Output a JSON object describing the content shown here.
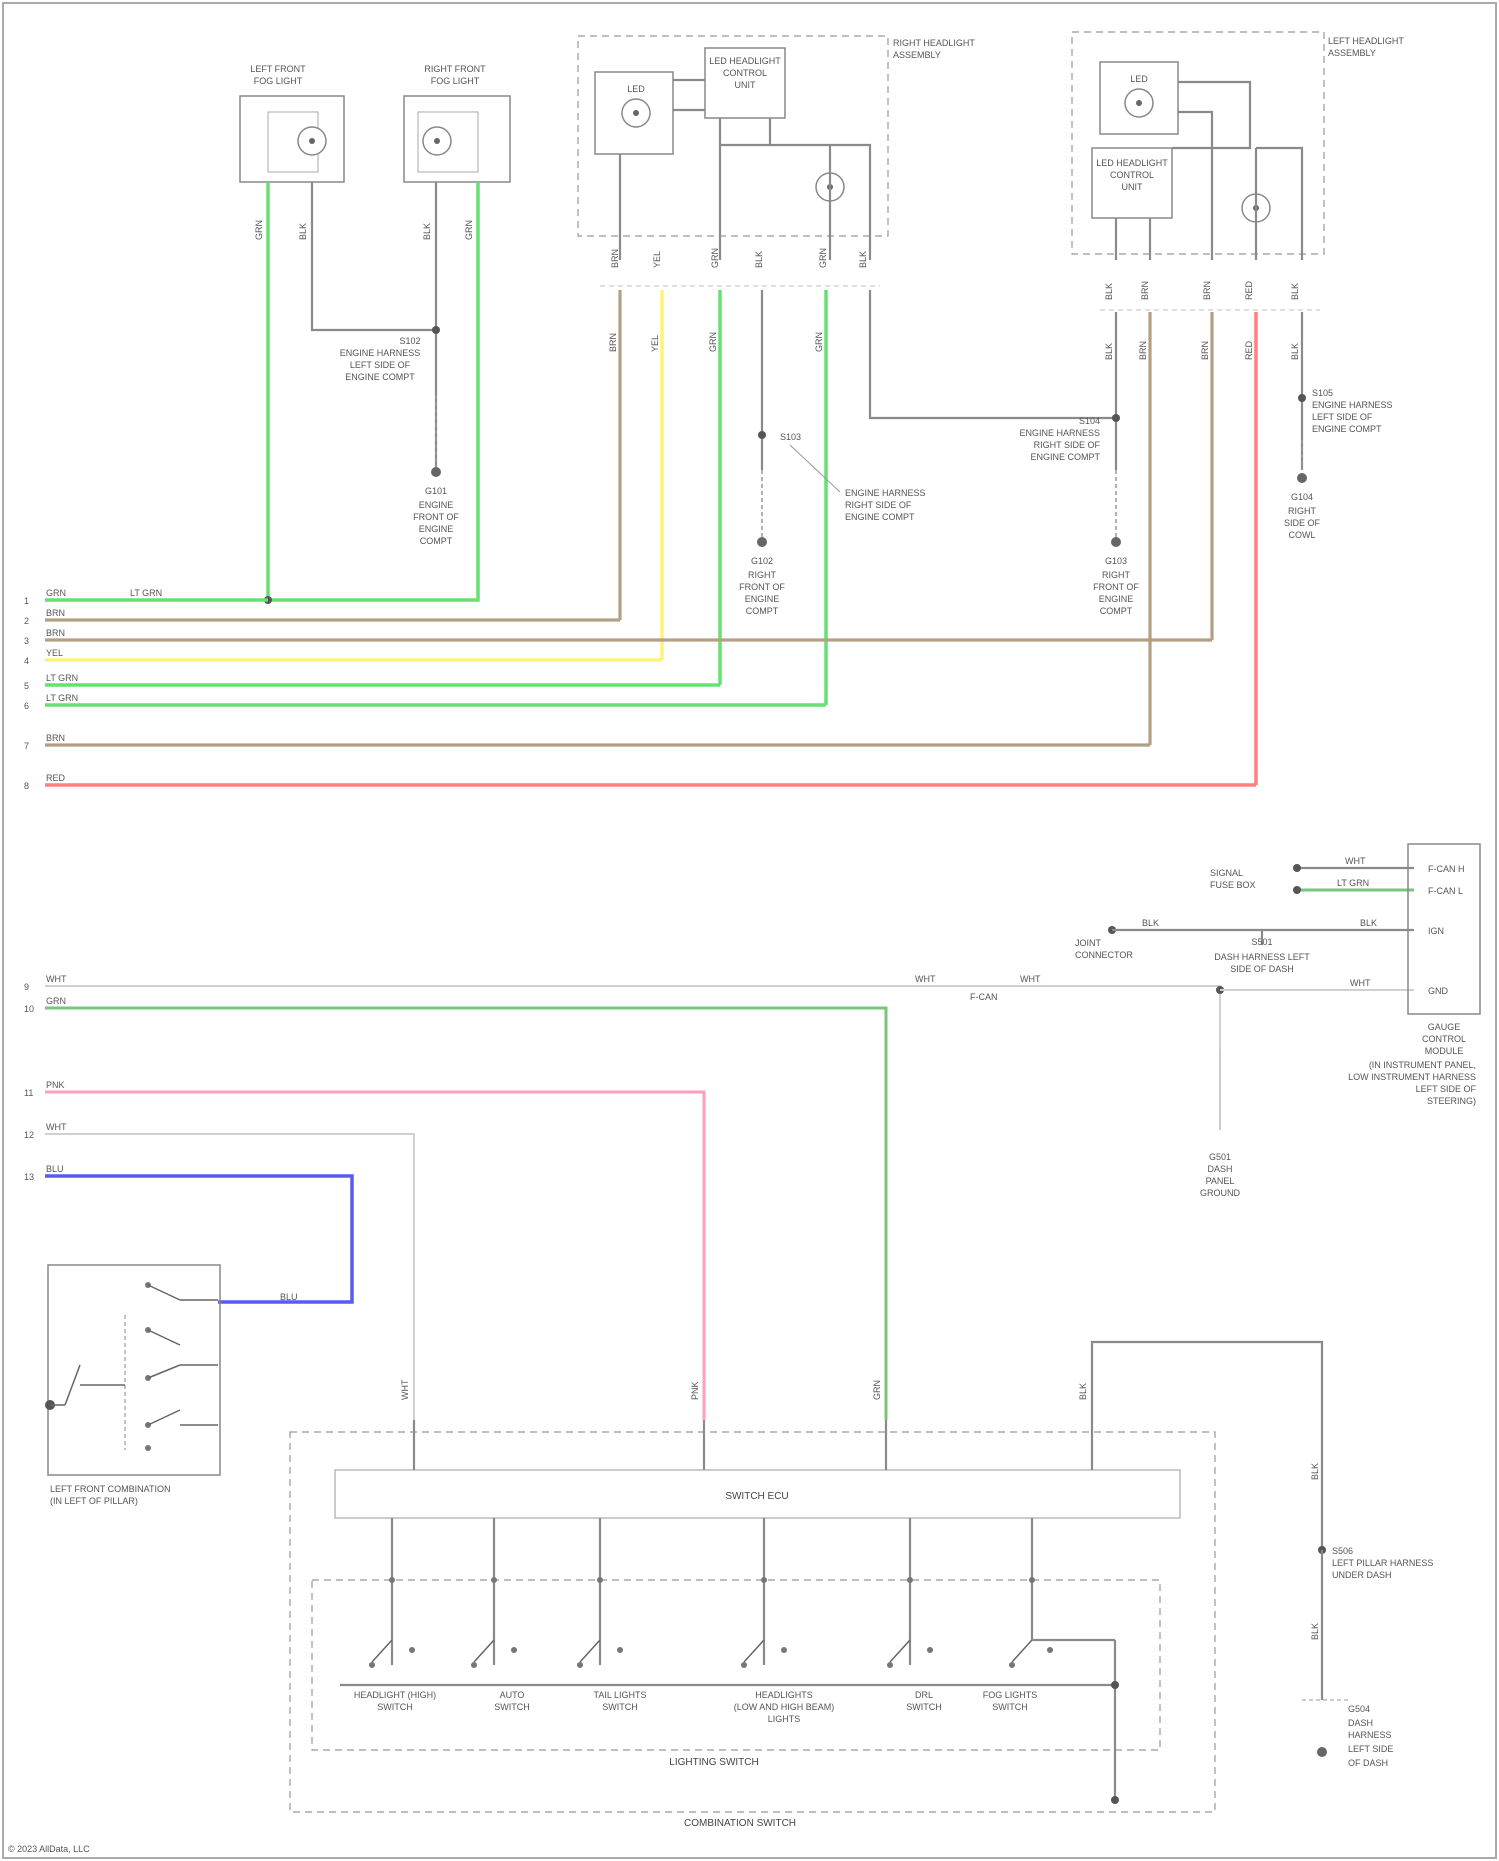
{
  "left_front_fog": [
    "LEFT FRONT",
    "FOG LIGHT"
  ],
  "right_front_fog": [
    "RIGHT FRONT",
    "FOG LIGHT"
  ],
  "right_headlight_assy": [
    "RIGHT HEADLIGHT",
    "ASSEMBLY"
  ],
  "left_headlight_assy": [
    "LEFT HEADLIGHT",
    "ASSEMBLY"
  ],
  "led_control_right": [
    "LED HEADLIGHT",
    "CONTROL",
    "UNIT"
  ],
  "led_control_left": [
    "LED HEADLIGHT",
    "CONTROL",
    "UNIT"
  ],
  "led_lamp_label": "LED",
  "ground_g1_id": "G101",
  "ground_g1_text": [
    "ENGINE",
    "FRONT OF",
    "ENGINE",
    "COMPT"
  ],
  "splice_s1_text": [
    "S102",
    "ENGINE HARNESS",
    "LEFT SIDE OF",
    "ENGINE COMPT"
  ],
  "splice_s2_text": [
    "S103",
    "ENGINE HARNESS",
    "RIGHT SIDE OF",
    "ENGINE COMPT"
  ],
  "splice_s3_text": [
    "S104",
    "ENGINE HARNESS",
    "RIGHT SIDE OF",
    "ENGINE COMPT"
  ],
  "splice_s4_text": [
    "S105",
    "ENGINE HARNESS",
    "LEFT SIDE OF",
    "ENGINE COMPT"
  ],
  "ground_g2_text": [
    "G102",
    "RIGHT",
    "FRONT OF",
    "ENGINE",
    "COMPT"
  ],
  "ground_g3_text": [
    "G103",
    "RIGHT",
    "FRONT OF",
    "ENGINE",
    "COMPT"
  ],
  "ground_g4_text": [
    "G104",
    "RIGHT",
    "SIDE OF",
    "COWL"
  ],
  "connector_pins": [
    "1",
    "2",
    "3",
    "4",
    "5",
    "6",
    "7",
    "8",
    "9",
    "10",
    "11",
    "12",
    "13"
  ],
  "wire_codes_left": [
    "GRN",
    "BRN",
    "BRN",
    "YEL",
    "LT GRN",
    "LT GRN",
    "BRN",
    "RED",
    "WHT",
    "GRN",
    "PNK",
    "WHT",
    "BLU"
  ],
  "engine_fuse_note": "LT GRN",
  "junction_fuse_text": [
    "F-CAN",
    "SIGNAL",
    "FUSE BOX"
  ],
  "gauge_control": [
    "GAUGE",
    "CONTROL",
    "MODULE"
  ],
  "gauge_pins": [
    "F-CAN H",
    "F-CAN L",
    "IGN",
    "GND"
  ],
  "gauge_module_note": [
    "(IN INSTRUMENT PANEL,",
    "LOW INSTRUMENT HARNESS",
    "LEFT SIDE OF",
    "STEERING)"
  ],
  "joint_text": [
    "JOINT",
    "CONNECTOR"
  ],
  "ground_g5_text": [
    "G501",
    "DASH",
    "PANEL",
    "GROUND"
  ],
  "splice_s5_text": [
    "S501",
    "DASH HARNESS LEFT",
    "SIDE OF DASH"
  ],
  "left_fog_switch": [
    "LEFT FRONT COMBINATION",
    "(IN LEFT OF PILLAR)"
  ],
  "combination_switch_label": "COMBINATION SWITCH",
  "lighting_switch_label": "LIGHTING SWITCH",
  "ecu_label": "SWITCH ECU",
  "switch_labels": [
    [
      "HEADLIGHT (HIGH)",
      "SWITCH"
    ],
    [
      "AUTO",
      "SWITCH"
    ],
    [
      "TAIL LIGHTS",
      "SWITCH"
    ],
    [
      "HEADLIGHTS",
      "(LOW AND HIGH BEAM)",
      "LIGHTS"
    ],
    [
      "DRL",
      "SWITCH"
    ],
    [
      "FOG LIGHTS",
      "SWITCH"
    ]
  ],
  "ground_g6_text": [
    "G504",
    "DASH",
    "HARNESS",
    "LEFT SIDE",
    "OF DASH"
  ],
  "splice_s6_text": [
    "S506",
    "LEFT PILLAR HARNESS",
    "UNDER DASH"
  ],
  "footer_text": "© 2023 AllData, LLC"
}
